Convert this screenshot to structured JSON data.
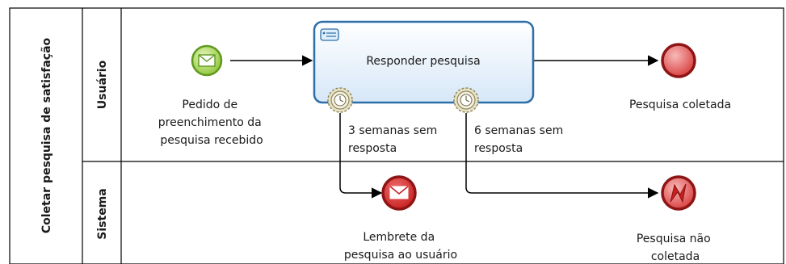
{
  "pool": {
    "label": "Coletar pesquisa de satisfação",
    "lanes": [
      {
        "label": "Usuário"
      },
      {
        "label": "Sistema"
      }
    ]
  },
  "task": {
    "label": "Responder pesquisa",
    "icon": "user-task-icon"
  },
  "events": {
    "start": {
      "lines": [
        "Pedido de",
        "preenchimento da",
        "pesquisa recebido"
      ],
      "icon": "envelope-icon"
    },
    "end_collected": {
      "lines": [
        "Pesquisa coletada"
      ]
    },
    "reminder": {
      "lines": [
        "Lembrete da",
        "pesquisa ao usuário"
      ],
      "icon": "envelope-icon"
    },
    "not_collected": {
      "lines": [
        "Pesquisa não",
        "coletada"
      ],
      "icon": "lightning-icon"
    }
  },
  "timers": {
    "three_weeks": {
      "lines": [
        "3 semanas sem",
        "resposta"
      ]
    },
    "six_weeks": {
      "lines": [
        "6 semanas sem",
        "resposta"
      ]
    }
  },
  "colors": {
    "start_fill": "#a6d64a",
    "start_stroke": "#5f9a1e",
    "end_fill": "#d33a3a",
    "end_stroke": "#8e1515",
    "task_stroke": "#2d6fa8",
    "task_fill": "#e4f0fb",
    "timer_fill": "#e9e3c6",
    "timer_stroke": "#8f8760"
  }
}
